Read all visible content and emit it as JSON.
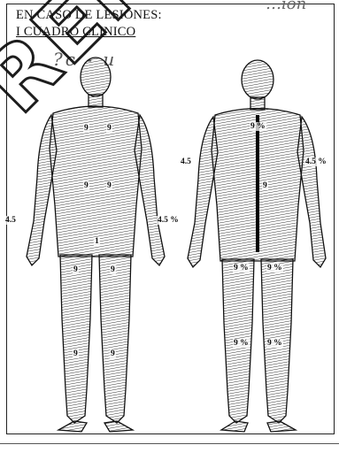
{
  "heading": {
    "line1": "EN CASO DE LESIONES:",
    "line2": "I CUADRO CLINICO"
  },
  "handwriting": {
    "figures_note": "?c - u",
    "top_right": "…ion"
  },
  "watermark": {
    "text": "REPLI"
  },
  "labels": {
    "front_arm_left": "4.5",
    "front_arm_right": "4.5 %",
    "front_chest_1": "9",
    "front_chest_2": "9",
    "front_trunk_1": "9",
    "front_trunk_2": "9",
    "front_genital": "1",
    "front_leg_left_1": "9",
    "front_leg_right_1": "9",
    "front_leg_left_2": "9",
    "front_leg_right_2": "9",
    "back_arm_left": "4.5",
    "back_arm_right": "4.5 %",
    "back_trunk_1": "9 %",
    "back_trunk_2": "9",
    "back_leg_left_1": "9 %",
    "back_leg_right_1": "9 %",
    "back_leg_left_2": "9 %",
    "back_leg_right_2": "9 %"
  },
  "colors": {
    "ink": "#111111",
    "paper": "#ffffff"
  }
}
